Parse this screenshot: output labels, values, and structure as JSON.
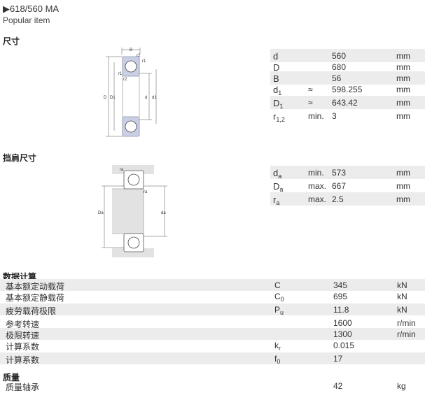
{
  "header": {
    "title": "618/560 MA",
    "subtitle": "Popular item",
    "arrow": "▶"
  },
  "sections": {
    "dimensions": "尺寸",
    "abutment": "挡肩尺寸",
    "calculation": "数据计算",
    "mass": "质量"
  },
  "dimensions": [
    {
      "sym": "d",
      "sub": "",
      "q": "",
      "val": "560",
      "unit": "mm"
    },
    {
      "sym": "D",
      "sub": "",
      "q": "",
      "val": "680",
      "unit": "mm"
    },
    {
      "sym": "B",
      "sub": "",
      "q": "",
      "val": "56",
      "unit": "mm"
    },
    {
      "sym": "d",
      "sub": "1",
      "q": "≈",
      "val": "598.255",
      "unit": "mm"
    },
    {
      "sym": "D",
      "sub": "1",
      "q": "≈",
      "val": "643.42",
      "unit": "mm"
    },
    {
      "sym": "r",
      "sub": "1,2",
      "q": "min.",
      "val": "3",
      "unit": "mm"
    }
  ],
  "abutment": [
    {
      "sym": "d",
      "sub": "a",
      "q": "min.",
      "val": "573",
      "unit": "mm"
    },
    {
      "sym": "D",
      "sub": "a",
      "q": "max.",
      "val": "667",
      "unit": "mm"
    },
    {
      "sym": "r",
      "sub": "a",
      "q": "max.",
      "val": "2.5",
      "unit": "mm"
    }
  ],
  "calculation": [
    {
      "label": "基本额定动载荷",
      "sym": "C",
      "sub": "",
      "val": "345",
      "unit": "kN"
    },
    {
      "label": "基本额定静载荷",
      "sym": "C",
      "sub": "0",
      "val": "695",
      "unit": "kN"
    },
    {
      "label": "疲劳载荷极限",
      "sym": "P",
      "sub": "u",
      "val": "11.8",
      "unit": "kN"
    },
    {
      "label": "参考转速",
      "sym": "",
      "sub": "",
      "val": "1600",
      "unit": "r/min"
    },
    {
      "label": "极限转速",
      "sym": "",
      "sub": "",
      "val": "1300",
      "unit": "r/min"
    },
    {
      "label": "计算系数",
      "sym": "k",
      "sub": "r",
      "val": "0.015",
      "unit": ""
    },
    {
      "label": "计算系数",
      "sym": "f",
      "sub": "0",
      "val": "17",
      "unit": ""
    }
  ],
  "mass": [
    {
      "label": "质量轴承",
      "val": "42",
      "unit": "kg"
    }
  ],
  "diagram1_labels": {
    "B": "B",
    "r2a": "r2",
    "r1a": "r1",
    "r1b": "r1",
    "r2b": "r2",
    "D": "D",
    "D1": "D1",
    "d": "d",
    "d1": "d1"
  },
  "diagram2_labels": {
    "ra1": "ra",
    "ra2": "ra",
    "Da": "Da",
    "da": "da"
  },
  "colors": {
    "ring": "#c9d0e6",
    "ring_stroke": "#8a8fa6",
    "shade": "#ececec",
    "abutment_fill": "#e2e2e2"
  }
}
